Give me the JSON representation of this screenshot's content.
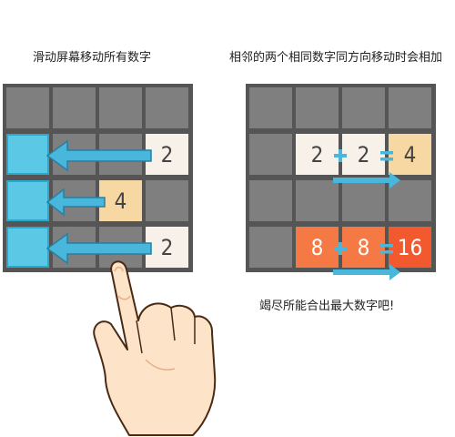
{
  "left_panel": {
    "caption": "滑动屏幕移动所有数字",
    "tiles": [
      {
        "value": "2",
        "color": "#f7f1ea",
        "text_color": "#444444"
      },
      {
        "value": "4",
        "color": "#f8d8a2",
        "text_color": "#444444"
      },
      {
        "value": "2",
        "color": "#f7f1ea",
        "text_color": "#444444"
      }
    ]
  },
  "right_panel": {
    "caption": "相邻的两个相同数字同方向移动时会相加",
    "row1": {
      "a": "2",
      "b": "2",
      "result": "4",
      "tile_color": "#f7f1ea",
      "result_color": "#f8d8a2",
      "text_color": "#444444"
    },
    "row3": {
      "a": "8",
      "b": "8",
      "result": "16",
      "tile_color": "#f47945",
      "result_color": "#f2592f",
      "text_color": "#ffffff"
    }
  },
  "footer_caption": "竭尽所能合出最大数字吧!",
  "colors": {
    "board": "#555555",
    "cell": "#7f7f7f",
    "slot": "#5bc9e6",
    "arrow": "#49b6dc",
    "arrow_outline": "#2a7fa0",
    "plus": "#49b6dc"
  },
  "icons": {
    "hand": "pointing-hand-icon",
    "arrow": "arrow-icon",
    "plus": "plus-icon",
    "equals": "equals-icon"
  }
}
